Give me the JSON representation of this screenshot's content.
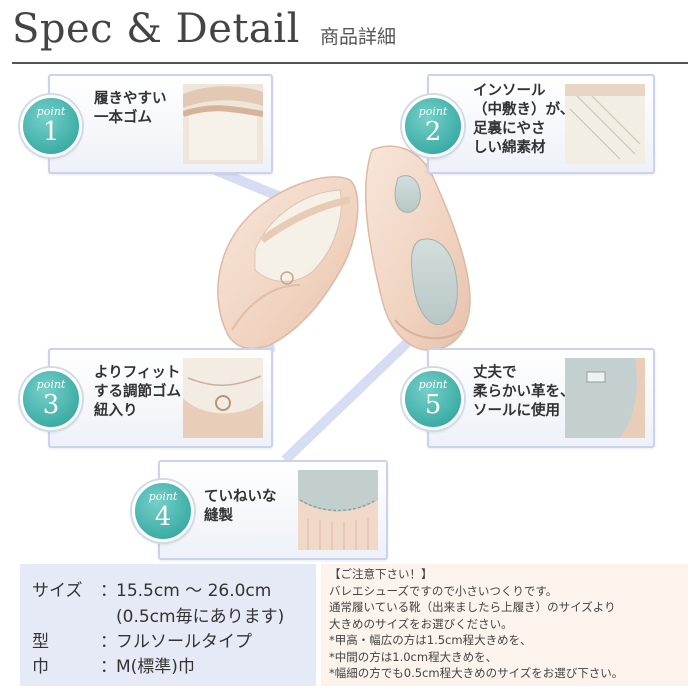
{
  "header": {
    "title": "Spec & Detail",
    "subtitle": "商品詳細"
  },
  "points": [
    {
      "label": "point",
      "number": "1",
      "lines": [
        "履きやすい",
        "一本ゴム"
      ]
    },
    {
      "label": "point",
      "number": "2",
      "lines": [
        "インソール",
        "（中敷き）が、",
        "足裏にやさ",
        "しい綿素材"
      ]
    },
    {
      "label": "point",
      "number": "3",
      "lines": [
        "よりフィット",
        "する調節ゴム",
        "紐入り"
      ]
    },
    {
      "label": "point",
      "number": "4",
      "lines": [
        "ていねいな",
        "縫製"
      ]
    },
    {
      "label": "point",
      "number": "5",
      "lines": [
        "丈夫で",
        "柔らかい革を、",
        "ソールに使用"
      ]
    }
  ],
  "spec": {
    "size_label": "サイズ",
    "colon": "：",
    "size_value": "15.5cm ～ 26.0cm",
    "size_note": "(0.5cm毎にあります)",
    "type_label": "型",
    "type_value": "フルソールタイプ",
    "width_label": "巾",
    "width_value": "M(標準)巾"
  },
  "notice": {
    "lines": [
      "【ご注意下さい！】",
      "バレエシューズですので小さいつくりです。",
      "通常履いている靴（出来ましたら上履き）のサイズより",
      "大きめのサイズをお選びください。",
      "*甲高・幅広の方は1.5cm程大きめを、",
      "*中間の方は1.0cm程大きめを、",
      "*幅細の方でも0.5cm程大きめのサイズをお選び下さい。"
    ]
  },
  "colors": {
    "badge": "#46b3ab",
    "card_border": "#c9d2ef",
    "shoe_leather": "#f3d9c8",
    "sole": "#c6d3d2",
    "spec_bg": "#e6eaf6",
    "notice_bg": "#fbf3ec"
  }
}
